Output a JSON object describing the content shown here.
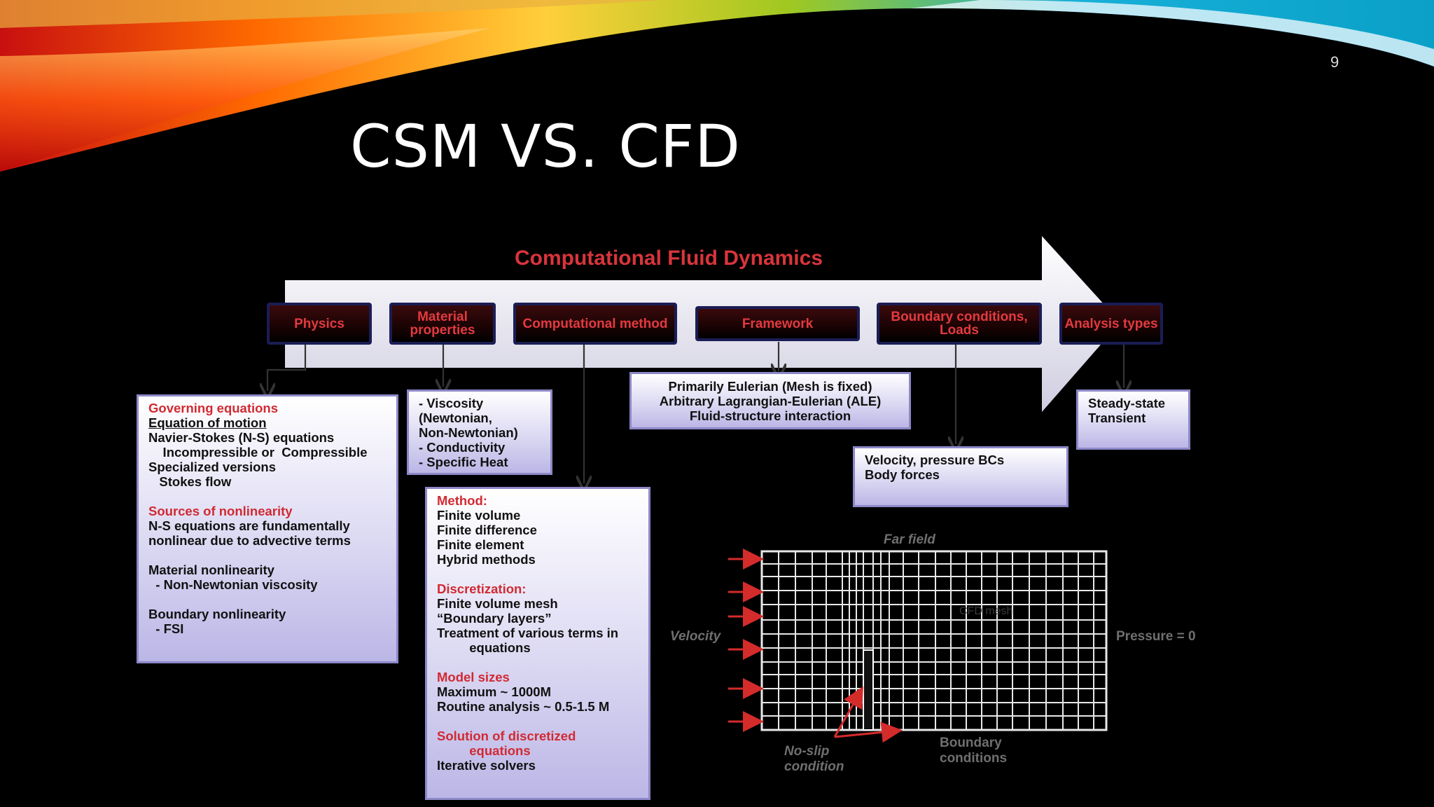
{
  "slide": {
    "title": "CSM VS. CFD",
    "page_number": "9"
  },
  "diagram": {
    "arrow_title": "Computational Fluid Dynamics",
    "headers": [
      "Physics",
      "Material properties",
      "Computational method",
      "Framework",
      "Boundary conditions, Loads",
      "Analysis types"
    ],
    "physics_box": [
      {
        "text": "Governing equations",
        "style": "red"
      },
      {
        "text": "Equation of motion",
        "style": "underline"
      },
      {
        "text": "Navier-Stokes (N-S) equations",
        "style": ""
      },
      {
        "text": "    Incompressible or  Compressible",
        "style": ""
      },
      {
        "text": "Specialized versions",
        "style": ""
      },
      {
        "text": "   Stokes flow",
        "style": ""
      },
      {
        "text": "",
        "style": ""
      },
      {
        "text": "Sources of nonlinearity",
        "style": "red"
      },
      {
        "text": "N-S equations are fundamentally",
        "style": ""
      },
      {
        "text": "nonlinear due to advective terms",
        "style": ""
      },
      {
        "text": "",
        "style": ""
      },
      {
        "text": "Material nonlinearity",
        "style": ""
      },
      {
        "text": "  - Non-Newtonian viscosity",
        "style": ""
      },
      {
        "text": "",
        "style": ""
      },
      {
        "text": "Boundary nonlinearity",
        "style": ""
      },
      {
        "text": "  - FSI",
        "style": ""
      }
    ],
    "material_box": [
      "- Viscosity",
      "(Newtonian,",
      "Non-Newtonian)",
      "- Conductivity",
      "- Specific Heat"
    ],
    "method_box": [
      {
        "text": "Method:",
        "style": "red"
      },
      {
        "text": "Finite volume",
        "style": ""
      },
      {
        "text": "Finite difference",
        "style": ""
      },
      {
        "text": "Finite element",
        "style": ""
      },
      {
        "text": "Hybrid methods",
        "style": ""
      },
      {
        "text": "",
        "style": ""
      },
      {
        "text": "Discretization:",
        "style": "red"
      },
      {
        "text": "Finite volume mesh",
        "style": ""
      },
      {
        "text": "“Boundary layers”",
        "style": ""
      },
      {
        "text": "Treatment of various terms in",
        "style": ""
      },
      {
        "text": "         equations",
        "style": ""
      },
      {
        "text": "",
        "style": ""
      },
      {
        "text": "Model sizes",
        "style": "red"
      },
      {
        "text": "Maximum ~ 1000M",
        "style": ""
      },
      {
        "text": "Routine analysis ~ 0.5-1.5 M",
        "style": ""
      },
      {
        "text": "",
        "style": ""
      },
      {
        "text": "Solution of discretized",
        "style": "red"
      },
      {
        "text": "         equations",
        "style": "red"
      },
      {
        "text": "Iterative solvers",
        "style": ""
      }
    ],
    "framework_box": [
      "Primarily Eulerian (Mesh is fixed)",
      "Arbitrary Lagrangian-Eulerian (ALE)",
      "Fluid-structure interaction"
    ],
    "bc_box": [
      "Velocity, pressure BCs",
      "Body forces"
    ],
    "analysis_box": [
      "Steady-state",
      "Transient"
    ],
    "mesh_figure": {
      "far_field": "Far field",
      "velocity": "Velocity",
      "pressure": "Pressure = 0",
      "cfd_mesh": "CFD mesh",
      "no_slip": [
        "No-slip",
        "condition"
      ],
      "boundary": [
        "Boundary",
        "conditions"
      ]
    }
  },
  "colors": {
    "header_text": "#e33a3f",
    "box_border": "#8d88c8",
    "accent_red": "#d12a32"
  }
}
